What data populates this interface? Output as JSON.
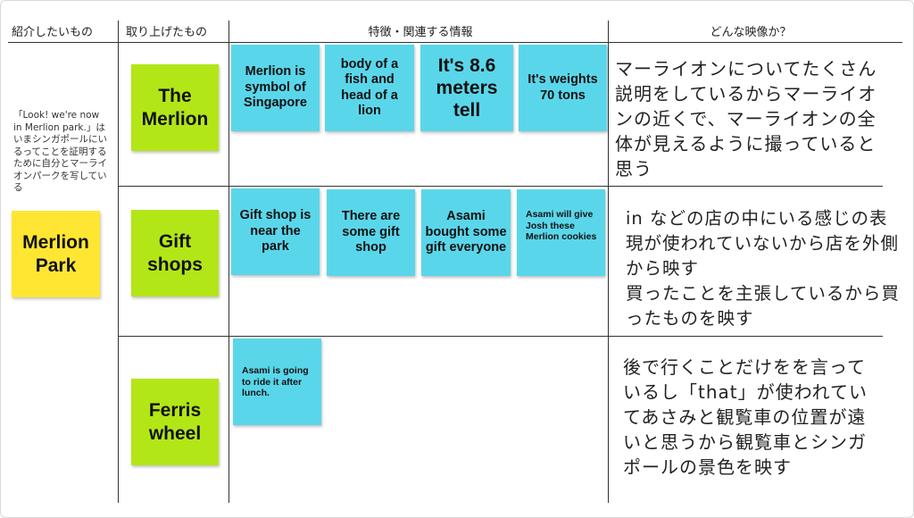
{
  "headers": {
    "col1": "紹介したいもの",
    "col2": "取り上げたもの",
    "col3": "特徴・関連する情報",
    "col4": "どんな映像か？"
  },
  "left": {
    "caption": "「Look! we're now in Merlion park.」はいまシンガポールにいるってことを証明するために自分とマーライオンパークを写している",
    "note": "Merlion Park"
  },
  "rows": [
    {
      "topic": "The Merlion",
      "features": [
        "Merlion is symbol of Singapore",
        "body of a fish and head of a lion",
        "It's 8.6 meters tell",
        "It's weights 70 tons"
      ],
      "description": "マーライオンについてたくさん説明をしているからマーライオンの近くで、マーライオンの全体が見えるように撮っていると思う"
    },
    {
      "topic": "Gift shops",
      "features": [
        "Gift shop is near the park",
        "There are some gift shop",
        "Asami bought some gift everyone",
        "Asami will give Josh these Merlion cookies"
      ],
      "description": "in などの店の中にいる感じの表現が使われていないから店を外側から映す\n買ったことを主張しているから買ったものを映す"
    },
    {
      "topic": "Ferris wheel",
      "features": [
        "Asami is going to ride it after lunch."
      ],
      "description": "後で行くことだけをを言っているし「that」が使われていてあさみと観覧車の位置が遠いと思うから観覧車とシンガポールの景色を映す"
    }
  ],
  "colors": {
    "green_note": "#b3e617",
    "yellow_note": "#ffe633",
    "cyan_note": "#5ad6ea"
  }
}
